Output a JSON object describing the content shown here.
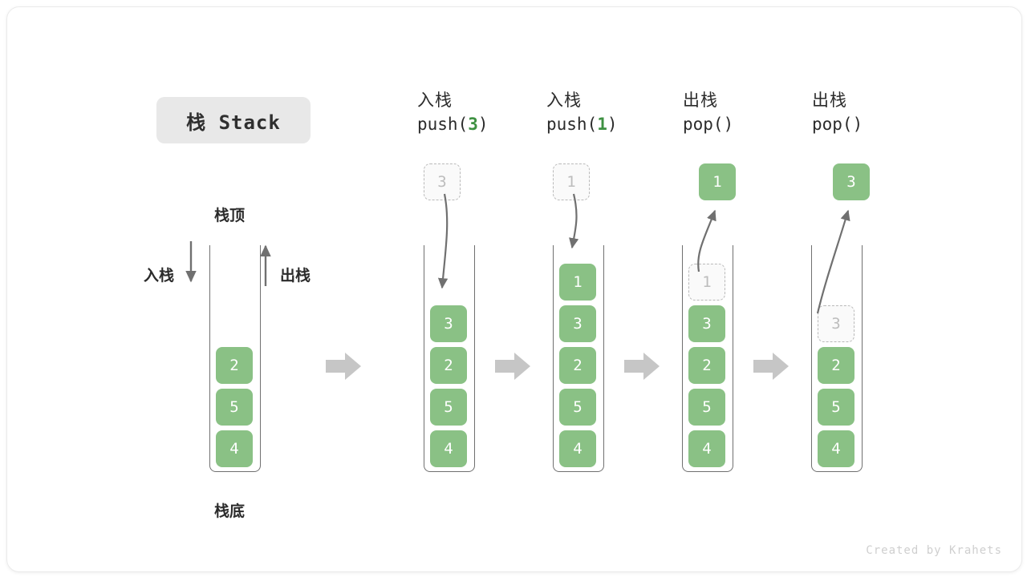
{
  "figure": {
    "title": "栈 Stack",
    "credit": "Created by Krahets",
    "accent_green": "#8ac185",
    "accent_green_text": "#3e9142",
    "ghost_grey": "#bdbdbd",
    "arrow_grey": "#707070",
    "flow_arrow_grey": "#c6c6c6"
  },
  "legend": {
    "top_label": "栈顶",
    "bottom_label": "栈底",
    "push_label": "入栈",
    "pop_label": "出栈"
  },
  "steps": [
    {
      "id": "initial",
      "op_cn": "",
      "op_code": "",
      "op_arg": "",
      "stack": [
        "2",
        "5",
        "4"
      ],
      "floating": null,
      "floating_value": "",
      "ghost_index": null
    },
    {
      "id": "push-3",
      "op_cn": "入栈",
      "op_code_prefix": "push(",
      "op_arg": "3",
      "op_code_suffix": ")",
      "stack": [
        "3",
        "2",
        "5",
        "4"
      ],
      "floating": "ghost",
      "floating_value": "3",
      "ghost_index": null
    },
    {
      "id": "push-1",
      "op_cn": "入栈",
      "op_code_prefix": "push(",
      "op_arg": "1",
      "op_code_suffix": ")",
      "stack": [
        "1",
        "3",
        "2",
        "5",
        "4"
      ],
      "floating": "ghost",
      "floating_value": "1",
      "ghost_index": null
    },
    {
      "id": "pop-1",
      "op_cn": "出栈",
      "op_code_prefix": "pop(",
      "op_arg": "",
      "op_code_suffix": ")",
      "stack": [
        "1",
        "3",
        "2",
        "5",
        "4"
      ],
      "floating": "solid",
      "floating_value": "1",
      "ghost_index": 0
    },
    {
      "id": "pop-3",
      "op_cn": "出栈",
      "op_code_prefix": "pop(",
      "op_arg": "",
      "op_code_suffix": ")",
      "stack": [
        "3",
        "2",
        "5",
        "4"
      ],
      "floating": "solid",
      "floating_value": "3",
      "ghost_index": 0
    }
  ],
  "cells": {
    "s0": [
      "2",
      "5",
      "4"
    ],
    "s1": [
      "3",
      "2",
      "5",
      "4"
    ],
    "s2": [
      "1",
      "3",
      "2",
      "5",
      "4"
    ],
    "s3": [
      "1",
      "3",
      "2",
      "5",
      "4"
    ],
    "s4": [
      "3",
      "2",
      "5",
      "4"
    ],
    "float1": "3",
    "float2": "1",
    "float3": "1",
    "float4": "3"
  },
  "op_labels": {
    "o1_cn": "入栈",
    "o1_a": "push(",
    "o1_arg": "3",
    "o1_b": ")",
    "o2_cn": "入栈",
    "o2_a": "push(",
    "o2_arg": "1",
    "o2_b": ")",
    "o3_cn": "出栈",
    "o3_a": "pop(",
    "o3_arg": "",
    "o3_b": ")",
    "o4_cn": "出栈",
    "o4_a": "pop(",
    "o4_arg": "",
    "o4_b": ")"
  }
}
